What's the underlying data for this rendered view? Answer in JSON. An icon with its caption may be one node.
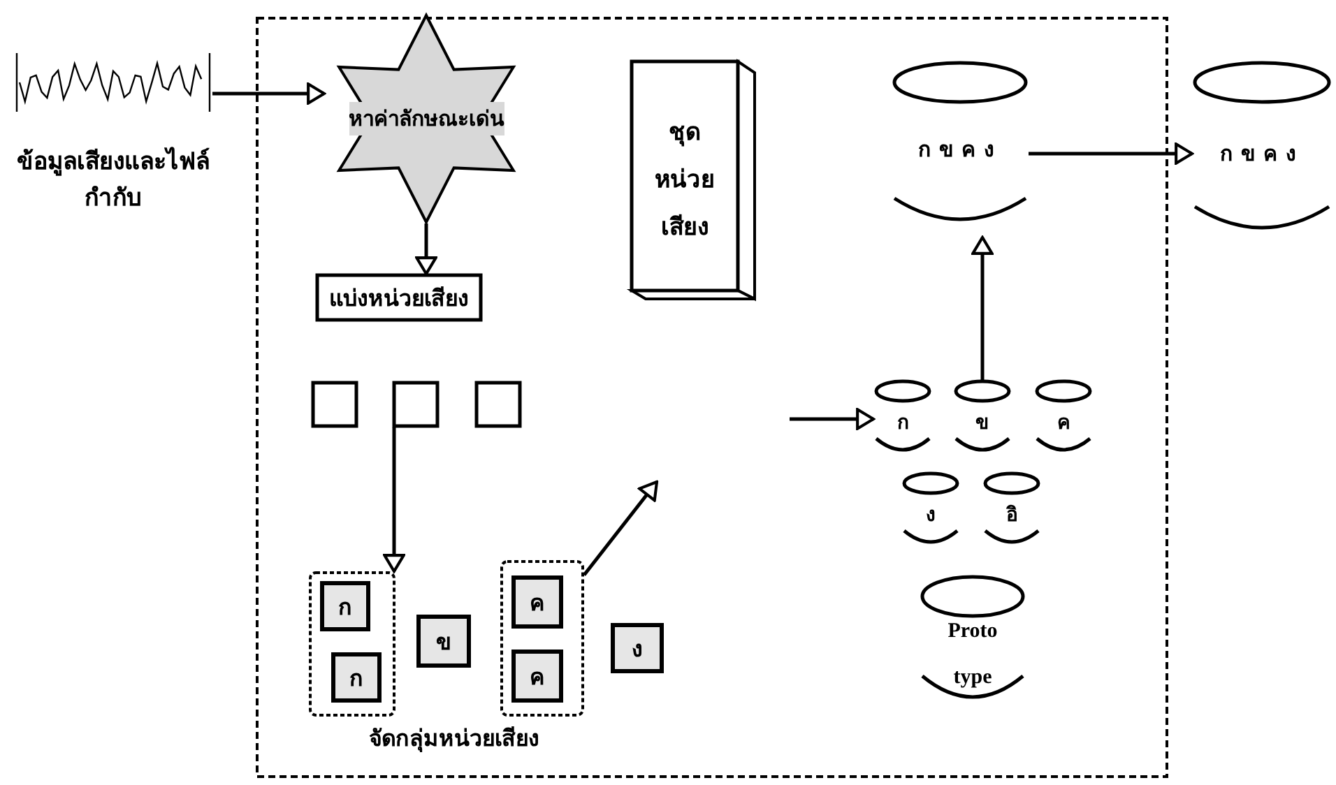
{
  "diagram": {
    "nodes": [
      {
        "text": [],
        "shape": "picture",
        "beside": [
          "ข้อมูลเสียงและไฟล์กำกับ"
        ]
      },
      {
        "text": [],
        "shape": "box"
      },
      {
        "text": [
          "หาค่าลักษณะเด่น"
        ],
        "in": 1
      },
      {
        "text": [
          "แบ่งหน่วยเสียง"
        ],
        "in": 1
      },
      {
        "text": [],
        "shape": "box",
        "in": 1
      },
      {
        "text": [],
        "shape": "box",
        "in": 1
      },
      {
        "text": [],
        "shape": "box",
        "in": 1
      },
      {
        "text": [],
        "shape": "box",
        "in": 1
      },
      {
        "text": [
          "ก"
        ],
        "in": 7
      },
      {
        "text": [
          "ก"
        ],
        "in": 7
      },
      {
        "text": [
          "ข"
        ],
        "in": 1
      },
      {
        "text": [],
        "shape": "box",
        "in": 1
      },
      {
        "text": [
          "ค"
        ],
        "in": 11
      },
      {
        "text": [
          "ค"
        ],
        "in": 11
      },
      {
        "text": [
          "ง"
        ],
        "in": 1
      },
      {
        "text": [
          "ชุดหน่วยเสียง"
        ],
        "in": 1
      },
      {
        "text": [
          "กขคง"
        ],
        "in": 1
      },
      {
        "text": [
          "ก"
        ],
        "in": 1
      },
      {
        "text": [
          "ข"
        ],
        "in": 1
      },
      {
        "text": [
          "ค"
        ],
        "in": 1
      },
      {
        "text": [
          "ง"
        ],
        "in": 1
      },
      {
        "text": [
          "อิ"
        ],
        "in": 1
      },
      {
        "text": [
          "Proto type"
        ],
        "in": 1
      },
      {
        "text": [
          "กขคง"
        ]
      }
    ],
    "edges": [
      {
        "from": 0,
        "to": 2,
        "arrow": "to"
      },
      {
        "from": 2,
        "to": 3,
        "arrow": "to"
      },
      {
        "from": 5,
        "to": 7,
        "arrow": "to"
      },
      {
        "from": 11,
        "to": null,
        "arrow": "to"
      },
      {
        "from": null,
        "to": 17,
        "arrow": "to"
      },
      {
        "from": 18,
        "to": 16,
        "arrow": "to"
      },
      {
        "from": 16,
        "to": 23,
        "arrow": "to"
      }
    ],
    "labels": [
      "จัดกลุ่มหน่วยเสียง"
    ]
  }
}
